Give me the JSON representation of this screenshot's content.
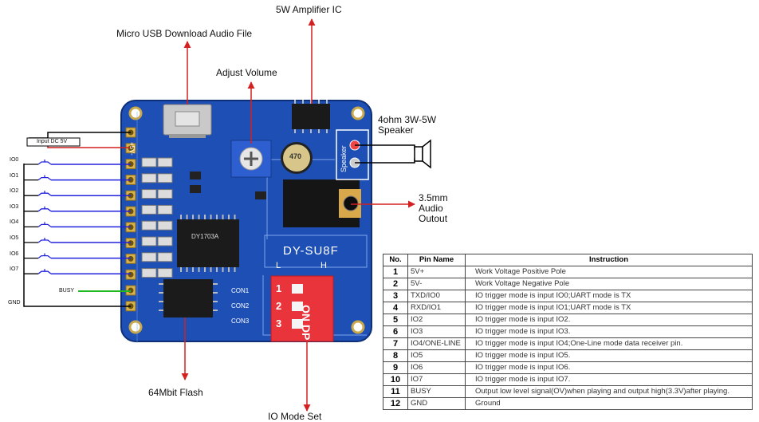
{
  "callouts": {
    "amp": "5W Amplifier IC",
    "usb": "Micro USB Download Audio File",
    "volume": "Adjust Volume",
    "speaker_line1": "4ohm 3W-5W",
    "speaker_line2": "Speaker",
    "audio_line1": "3.5mm",
    "audio_line2": "Audio",
    "audio_line3": "Outout",
    "flash": "64Mbit Flash",
    "mode": "IO Mode Set"
  },
  "wiring": {
    "input_label": "Input DC 5V",
    "io_labels": [
      "IO0",
      "IO1",
      "IO2",
      "IO3",
      "IO4",
      "IO5",
      "IO6",
      "IO7"
    ],
    "busy_label": "BUSY",
    "gnd_label": "GND"
  },
  "board": {
    "model": "DY-SU8F",
    "pwr_label": "+5V-",
    "flash_chip_text": "DY1703A",
    "con_labels": [
      "CON1",
      "CON2",
      "CON3"
    ],
    "switch_on": "ON DP",
    "switch_nums": [
      "1",
      "2",
      "3"
    ],
    "dip_low": "L",
    "dip_high": "H",
    "speaker_label": "Speaker",
    "cap_text": "470"
  },
  "colors": {
    "board": "#1d4fb5",
    "arrow": "#d42020",
    "io_wire": "#2222dd",
    "busy_wire": "#22b822",
    "dip": "#e8343a"
  },
  "table": {
    "headers": [
      "No.",
      "Pin Name",
      "Instruction"
    ],
    "rows": [
      {
        "no": "1",
        "name": "5V+",
        "desc": "Work Voltage Positive Pole"
      },
      {
        "no": "2",
        "name": "5V-",
        "desc": "Work Voltage Negative Pole"
      },
      {
        "no": "3",
        "name": "TXD/IO0",
        "desc": "IO trigger mode is input IO0;UART mode is TX"
      },
      {
        "no": "4",
        "name": "RXD/IO1",
        "desc": "IO trigger mode is input IO1;UART mode is TX"
      },
      {
        "no": "5",
        "name": "IO2",
        "desc": "IO trigger mode is input IO2."
      },
      {
        "no": "6",
        "name": "IO3",
        "desc": "IO trigger mode is input IO3."
      },
      {
        "no": "7",
        "name": "IO4/ONE-LINE",
        "desc": "IO trigger mode is input IO4;One-Line mode data receiver pin."
      },
      {
        "no": "8",
        "name": "IO5",
        "desc": "IO trigger mode is input IO5."
      },
      {
        "no": "9",
        "name": "IO6",
        "desc": "IO trigger mode is input IO6."
      },
      {
        "no": "10",
        "name": "IO7",
        "desc": "IO trigger mode is input IO7."
      },
      {
        "no": "11",
        "name": "BUSY",
        "desc": "Output low level signal(OV)when playing and output high(3.3V)after playing."
      },
      {
        "no": "12",
        "name": "GND",
        "desc": "Ground"
      }
    ]
  }
}
